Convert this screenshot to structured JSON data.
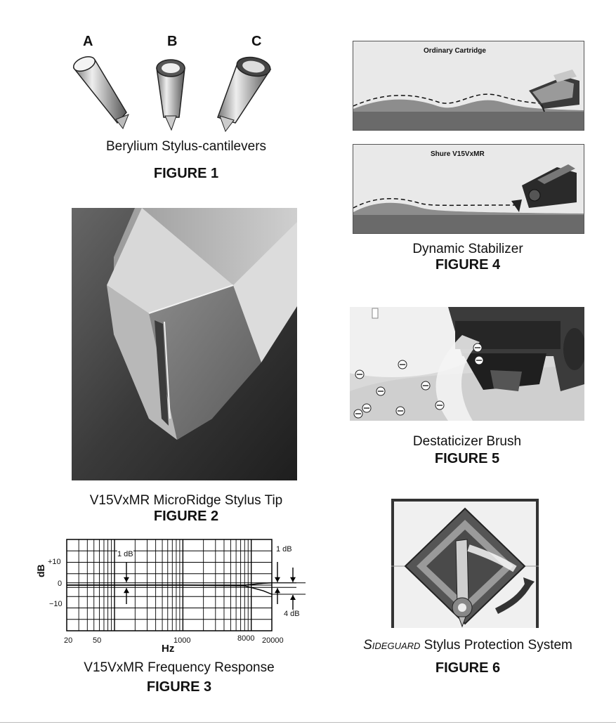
{
  "figure1": {
    "labels": [
      "A",
      "B",
      "C"
    ],
    "caption": "Berylium Stylus-cantilevers",
    "figure": "FIGURE 1"
  },
  "figure2": {
    "caption": "V15VxMR MicroRidge Stylus Tip",
    "figure": "FIGURE 2"
  },
  "figure3": {
    "caption": "V15VxMR Frequency Response",
    "figure": "FIGURE 3",
    "ylabel": "dB",
    "xlabel": "Hz",
    "y_ticks": [
      "+10",
      "0",
      "−10"
    ],
    "x_ticks": [
      "20",
      "50",
      "1000",
      "8000",
      "20000"
    ],
    "annotations": [
      "1 dB",
      "1 dB",
      "4 dB"
    ]
  },
  "figure4": {
    "panel_top": "Ordinary Cartridge",
    "panel_bottom": "Shure V15VxMR",
    "caption": "Dynamic Stabilizer",
    "figure": "FIGURE 4"
  },
  "figure5": {
    "caption": "Destaticizer Brush",
    "figure": "FIGURE 5"
  },
  "figure6": {
    "caption_brand": "Sideguard",
    "caption_rest": " Stylus Protection System",
    "figure": "FIGURE 6"
  },
  "chart_data": {
    "type": "line",
    "xlabel": "Hz",
    "ylabel": "dB",
    "xscale": "log",
    "xlim": [
      20,
      20000
    ],
    "ylim": [
      -20,
      20
    ],
    "x_ticks": [
      20,
      50,
      1000,
      8000,
      20000
    ],
    "y_ticks": [
      10,
      0,
      -10
    ],
    "series": [
      {
        "x": [
          20,
          50,
          100,
          1000,
          8000,
          15000,
          20000
        ],
        "y": [
          0,
          0,
          0,
          0,
          0,
          0.8,
          1
        ]
      },
      {
        "x": [
          20,
          50,
          100,
          1000,
          8000,
          15000,
          20000
        ],
        "y": [
          0,
          0,
          0,
          0,
          -0.3,
          -2.5,
          -4
        ]
      }
    ],
    "grid": true
  }
}
